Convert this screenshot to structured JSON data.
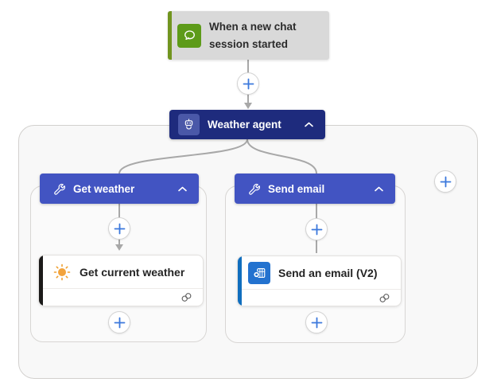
{
  "trigger": {
    "label": "When a new chat session started",
    "icon": "chat-icon"
  },
  "agent": {
    "label": "Weather agent",
    "icon": "robot-icon"
  },
  "branches": [
    {
      "header_label": "Get weather",
      "action": {
        "label": "Get current weather",
        "icon": "sun-icon"
      }
    },
    {
      "header_label": "Send email",
      "action": {
        "label": "Send an email (V2)",
        "icon": "outlook-icon"
      }
    }
  ],
  "colors": {
    "trigger_bg": "#d9d9d9",
    "trigger_accent_green": "#71951f",
    "trigger_icon_green": "#5d9b19",
    "agent_navy": "#1e2b7d",
    "branch_blue": "#4254c2",
    "weather_accent": "#1b1a19",
    "email_accent": "#106ebe",
    "outlook_icon_blue": "#2372cf",
    "plus_blue": "#3b78dc",
    "connector_gray": "#a8a8a8"
  }
}
